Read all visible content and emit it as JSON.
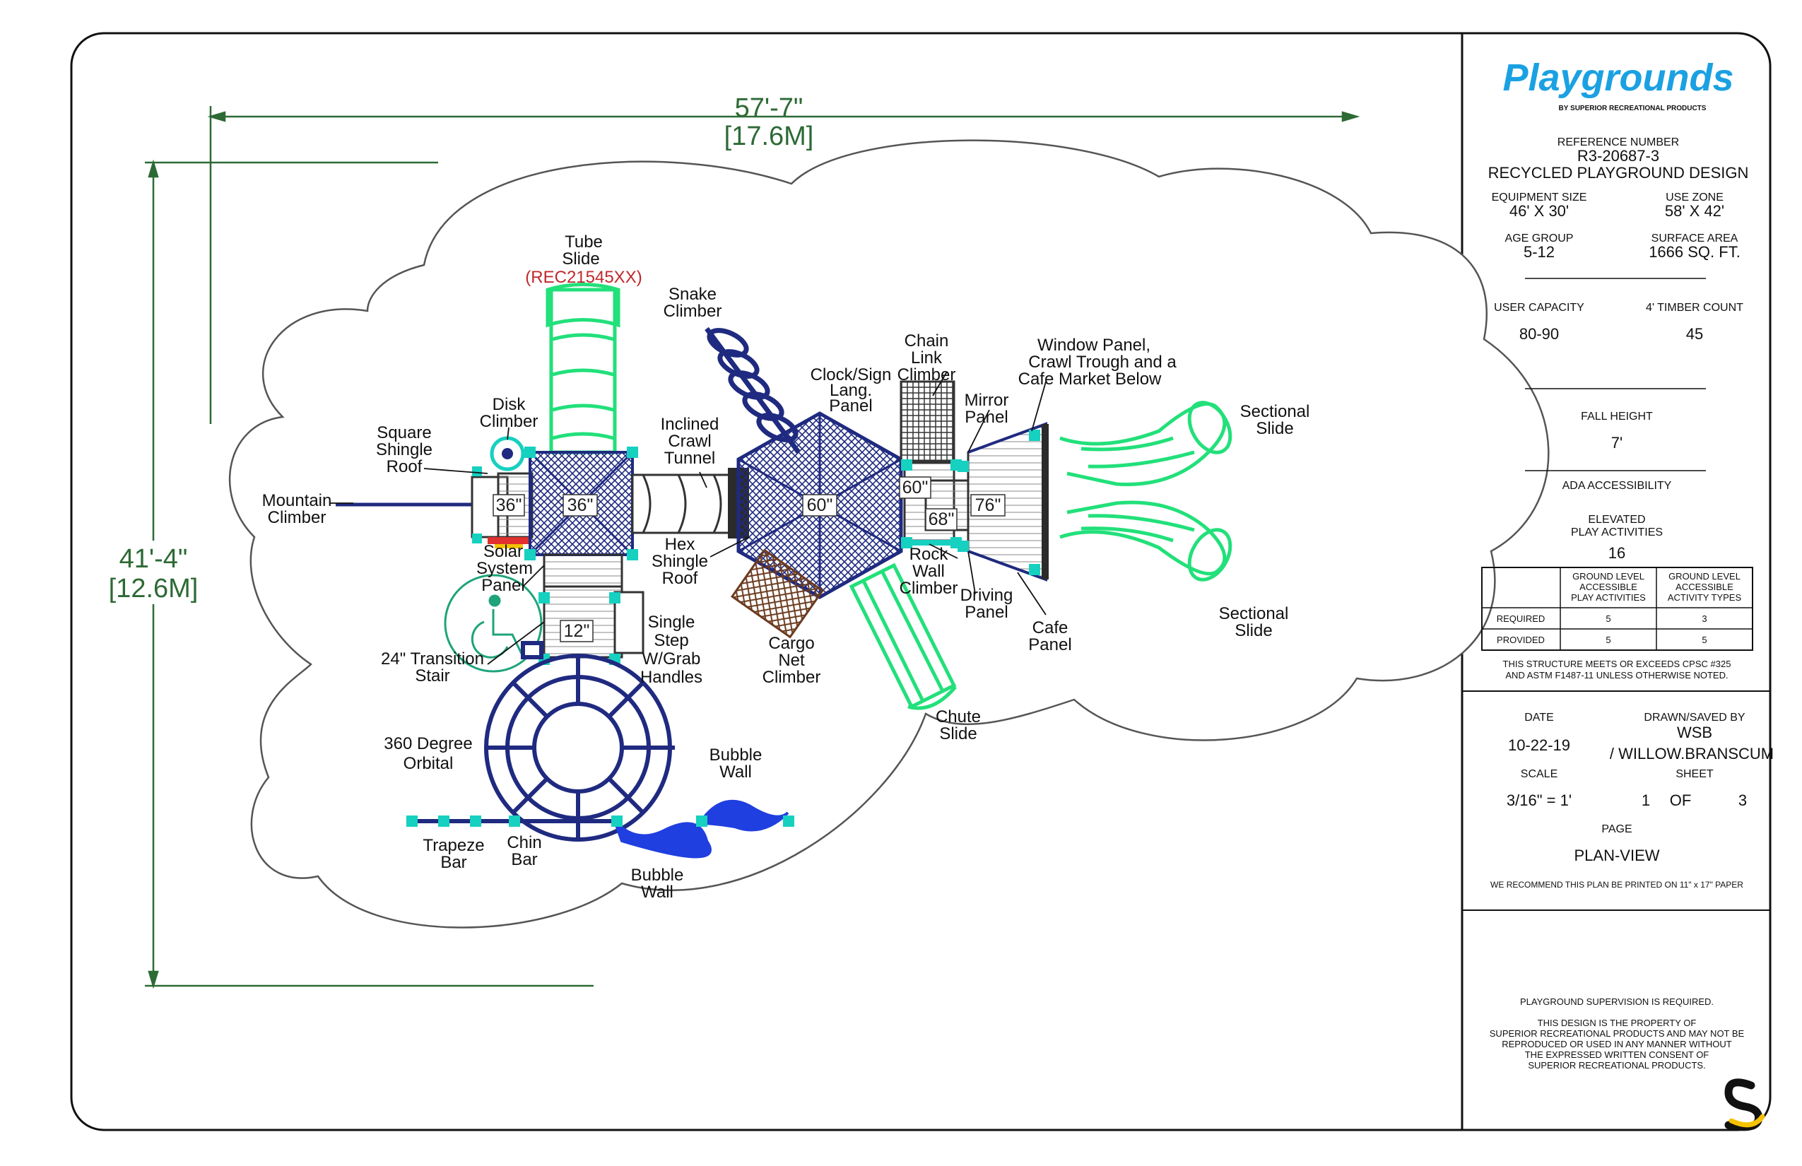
{
  "dimensions": {
    "width_ft": "57'-7\"",
    "width_m": "[17.6M]",
    "height_ft": "41'-4\"",
    "height_m": "[12.6M]"
  },
  "labels": {
    "tube_slide": [
      "Tube",
      "Slide"
    ],
    "tube_slide_code": "(REC21545XX)",
    "snake_climber": [
      "Snake",
      "Climber"
    ],
    "chain_link_climber": [
      "Chain",
      "Link",
      "Climber"
    ],
    "clock_sign_panel": [
      "Clock/Sign",
      "Lang.",
      "Panel"
    ],
    "mirror_panel": [
      "Mirror",
      "Panel"
    ],
    "window_panel": [
      "Window Panel,",
      "Crawl Trough and a",
      "Cafe Market Below"
    ],
    "sectional_slide_top": [
      "Sectional",
      "Slide"
    ],
    "sectional_slide_bottom": [
      "Sectional",
      "Slide"
    ],
    "disk_climber": [
      "Disk",
      "Climber"
    ],
    "square_shingle_roof": [
      "Square",
      "Shingle",
      "Roof"
    ],
    "inclined_crawl_tunnel": [
      "Inclined",
      "Crawl",
      "Tunnel"
    ],
    "mountain_climber": [
      "Mountain",
      "Climber"
    ],
    "solar_system_panel": [
      "Solar",
      "System",
      "Panel"
    ],
    "hex_shingle_roof": [
      "Hex",
      "Shingle",
      "Roof"
    ],
    "rock_wall_climber": [
      "Rock",
      "Wall",
      "Climber"
    ],
    "driving_panel": [
      "Driving",
      "Panel"
    ],
    "cafe_panel": [
      "Cafe",
      "Panel"
    ],
    "single_step": [
      "Single",
      "Step",
      "W/Grab",
      "Handles"
    ],
    "cargo_net_climber": [
      "Cargo",
      "Net",
      "Climber"
    ],
    "transition_stair": [
      "24\" Transition",
      "Stair"
    ],
    "chute_slide": [
      "Chute",
      "Slide"
    ],
    "orbital": [
      "360 Degree",
      "Orbital"
    ],
    "bubble_wall_top": [
      "Bubble",
      "Wall"
    ],
    "bubble_wall_bottom": [
      "Bubble",
      "Wall"
    ],
    "trapeze_bar": [
      "Trapeze",
      "Bar"
    ],
    "chin_bar": [
      "Chin",
      "Bar"
    ]
  },
  "deck_heights": [
    "36\"",
    "36\"",
    "60\"",
    "60\"",
    "68\"",
    "76\"",
    "12\""
  ],
  "title_block": {
    "brand": "Playgrounds",
    "brand_sub": "BY SUPERIOR RECREATIONAL PRODUCTS",
    "reference_label": "REFERENCE NUMBER",
    "reference_number": "R3-20687-3",
    "design_name": "RECYCLED PLAYGROUND DESIGN",
    "equipment_size_label": "EQUIPMENT SIZE",
    "equipment_size": "46' X 30'",
    "use_zone_label": "USE ZONE",
    "use_zone": "58' X 42'",
    "age_group_label": "AGE GROUP",
    "age_group": "5-12",
    "surface_area_label": "SURFACE AREA",
    "surface_area": "1666 SQ. FT.",
    "user_capacity_label": "USER CAPACITY",
    "user_capacity": "80-90",
    "timber_count_label": "4' TIMBER COUNT",
    "timber_count": "45",
    "fall_height_label": "FALL HEIGHT",
    "fall_height": "7'",
    "ada_label": "ADA ACCESSIBILITY",
    "elevated_label": [
      "ELEVATED",
      "PLAY ACTIVITIES"
    ],
    "elevated_value": "16",
    "table": {
      "headers": [
        [
          "GROUND LEVEL",
          "ACCESSIBLE",
          "PLAY ACTIVITIES"
        ],
        [
          "GROUND LEVEL",
          "ACCESSIBLE",
          "ACTIVITY TYPES"
        ]
      ],
      "rows": [
        {
          "label": "REQUIRED",
          "values": [
            "5",
            "3"
          ]
        },
        {
          "label": "PROVIDED",
          "values": [
            "5",
            "5"
          ]
        }
      ]
    },
    "compliance": [
      "THIS STRUCTURE MEETS OR EXCEEDS CPSC #325",
      "AND ASTM F1487-11 UNLESS OTHERWISE NOTED."
    ],
    "date_label": "DATE",
    "date": "10-22-19",
    "drawn_label": "DRAWN/SAVED BY",
    "drawn_by": "WSB",
    "saved_by": "/  WILLOW.BRANSCUM",
    "scale_label": "SCALE",
    "scale": "3/16\"  =  1'",
    "sheet_label": "SHEET",
    "sheet_num": "1",
    "sheet_of": "OF",
    "sheet_total": "3",
    "page_label": "PAGE",
    "page": "PLAN-VIEW",
    "print_note": "WE RECOMMEND THIS PLAN BE PRINTED ON 11\" x 17\" PAPER",
    "supervision": "PLAYGROUND SUPERVISION IS REQUIRED.",
    "property": [
      "THIS DESIGN IS THE PROPERTY OF",
      "SUPERIOR RECREATIONAL PRODUCTS AND MAY NOT BE",
      "REPRODUCED OR USED IN ANY MANNER WITHOUT",
      "THE EXPRESSED WRITTEN CONSENT OF",
      "SUPERIOR RECREATIONAL PRODUCTS."
    ]
  },
  "icons": {
    "accessibility": "wheelchair-icon",
    "logo": "superior-s-logo-icon"
  },
  "colors": {
    "brand_blue": "#1ba1e2",
    "structure_navy": "#1f2a80",
    "slide_green": "#22e07a",
    "accent_teal": "#16d0c0",
    "bubble_blue": "#1f3fe0",
    "dim_green": "#2d6a35",
    "code_red": "#c0282d",
    "logo_yellow": "#f4c200"
  }
}
